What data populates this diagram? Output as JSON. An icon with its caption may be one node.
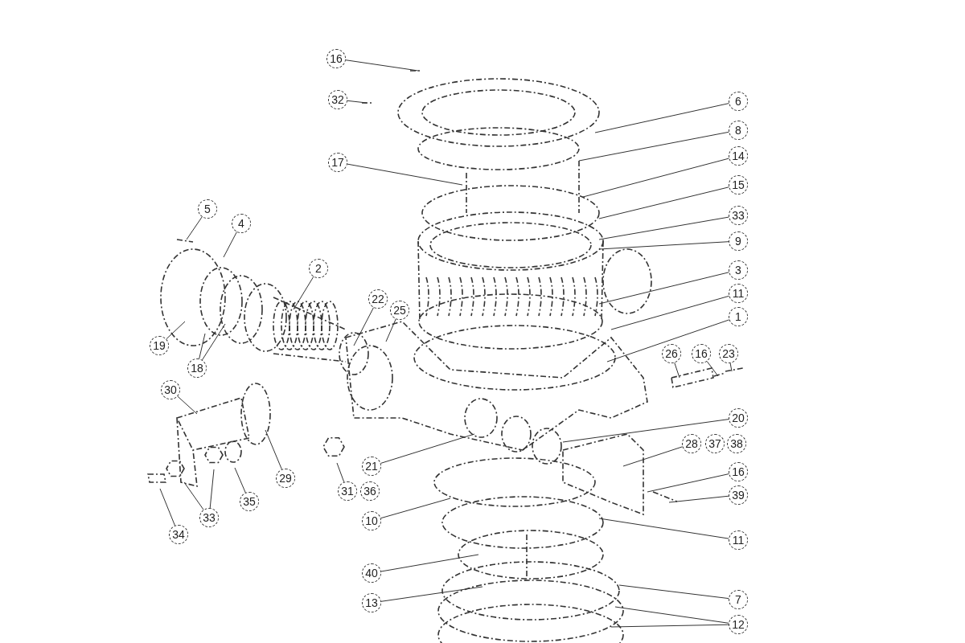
{
  "diagram": {
    "nodes": [
      {
        "text": [
          "16"
        ]
      },
      {
        "text": [
          "32"
        ]
      },
      {
        "text": [
          "6"
        ]
      },
      {
        "text": [
          "8"
        ]
      },
      {
        "text": [
          "14"
        ]
      },
      {
        "text": [
          "17"
        ]
      },
      {
        "text": [
          "15"
        ]
      },
      {
        "text": [
          "5"
        ]
      },
      {
        "text": [
          "4"
        ]
      },
      {
        "text": [
          "33"
        ]
      },
      {
        "text": [
          "9"
        ]
      },
      {
        "text": [
          "2"
        ]
      },
      {
        "text": [
          "3"
        ]
      },
      {
        "text": [
          "11"
        ]
      },
      {
        "text": [
          "22"
        ]
      },
      {
        "text": [
          "25"
        ]
      },
      {
        "text": [
          "1"
        ]
      },
      {
        "text": [
          "19"
        ]
      },
      {
        "text": [
          "26"
        ]
      },
      {
        "text": [
          "16"
        ]
      },
      {
        "text": [
          "23"
        ]
      },
      {
        "text": [
          "18"
        ]
      },
      {
        "text": [
          "30"
        ]
      },
      {
        "text": [
          "20"
        ]
      },
      {
        "text": [
          "28"
        ]
      },
      {
        "text": [
          "37"
        ]
      },
      {
        "text": [
          "38"
        ]
      },
      {
        "text": [
          "21"
        ]
      },
      {
        "text": [
          "16"
        ]
      },
      {
        "text": [
          "29"
        ]
      },
      {
        "text": [
          "31"
        ]
      },
      {
        "text": [
          "36"
        ]
      },
      {
        "text": [
          "39"
        ]
      },
      {
        "text": [
          "33"
        ]
      },
      {
        "text": [
          "35"
        ]
      },
      {
        "text": [
          "10"
        ]
      },
      {
        "text": [
          "11"
        ]
      },
      {
        "text": [
          "34"
        ]
      },
      {
        "text": [
          "40"
        ]
      },
      {
        "text": [
          "13"
        ]
      },
      {
        "text": [
          "7"
        ]
      },
      {
        "text": [
          "12"
        ]
      }
    ],
    "edges": [
      {
        "from": 0,
        "to": null,
        "arrow": "none"
      },
      {
        "from": 1,
        "to": null,
        "arrow": "none"
      },
      {
        "from": 2,
        "to": null,
        "arrow": "none"
      },
      {
        "from": 3,
        "to": null,
        "arrow": "none"
      },
      {
        "from": 4,
        "to": null,
        "arrow": "none"
      },
      {
        "from": 5,
        "to": null,
        "arrow": "none"
      },
      {
        "from": 6,
        "to": null,
        "arrow": "none"
      },
      {
        "from": 7,
        "to": null,
        "arrow": "none"
      },
      {
        "from": 8,
        "to": null,
        "arrow": "none"
      },
      {
        "from": 9,
        "to": null,
        "arrow": "none"
      },
      {
        "from": 10,
        "to": null,
        "arrow": "none"
      },
      {
        "from": 11,
        "to": null,
        "arrow": "none"
      },
      {
        "from": 12,
        "to": null,
        "arrow": "none"
      },
      {
        "from": 13,
        "to": null,
        "arrow": "none"
      },
      {
        "from": 14,
        "to": null,
        "arrow": "none"
      },
      {
        "from": 15,
        "to": null,
        "arrow": "none"
      },
      {
        "from": 16,
        "to": null,
        "arrow": "none"
      },
      {
        "from": 17,
        "to": null,
        "arrow": "none"
      },
      {
        "from": 18,
        "to": null,
        "arrow": "none"
      },
      {
        "from": 19,
        "to": null,
        "arrow": "none"
      },
      {
        "from": 20,
        "to": null,
        "arrow": "none"
      },
      {
        "from": 21,
        "to": null,
        "arrow": "none"
      },
      {
        "from": 21,
        "to": null,
        "arrow": "none"
      },
      {
        "from": 22,
        "to": null,
        "arrow": "none"
      },
      {
        "from": 23,
        "to": null,
        "arrow": "none"
      },
      {
        "from": 24,
        "to": null,
        "arrow": "none"
      },
      {
        "from": 27,
        "to": null,
        "arrow": "none"
      },
      {
        "from": 28,
        "to": null,
        "arrow": "none"
      },
      {
        "from": 29,
        "to": null,
        "arrow": "none"
      },
      {
        "from": 30,
        "to": null,
        "arrow": "none"
      },
      {
        "from": 32,
        "to": null,
        "arrow": "none"
      },
      {
        "from": 33,
        "to": null,
        "arrow": "none"
      },
      {
        "from": 33,
        "to": null,
        "arrow": "none"
      },
      {
        "from": 34,
        "to": null,
        "arrow": "none"
      },
      {
        "from": 35,
        "to": null,
        "arrow": "none"
      },
      {
        "from": 36,
        "to": null,
        "arrow": "none"
      },
      {
        "from": 37,
        "to": null,
        "arrow": "none"
      },
      {
        "from": 38,
        "to": null,
        "arrow": "none"
      },
      {
        "from": 39,
        "to": null,
        "arrow": "none"
      },
      {
        "from": 40,
        "to": null,
        "arrow": "none"
      },
      {
        "from": 41,
        "to": null,
        "arrow": "none"
      },
      {
        "from": 41,
        "to": null,
        "arrow": "none"
      }
    ]
  }
}
